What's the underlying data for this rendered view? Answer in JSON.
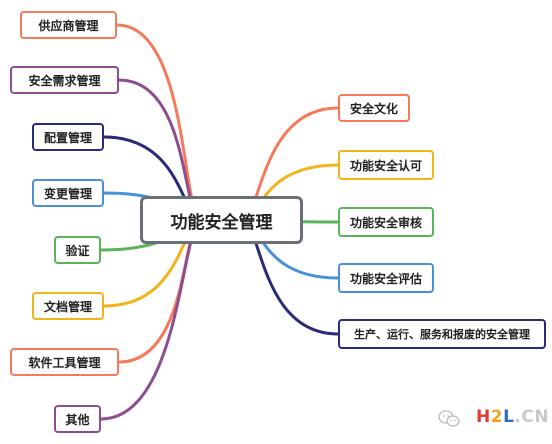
{
  "center": {
    "label": "功能安全管理"
  },
  "left_nodes": [
    {
      "label": "供应商管理",
      "color": "#f47a5a"
    },
    {
      "label": "安全需求管理",
      "color": "#8e4d8f"
    },
    {
      "label": "配置管理",
      "color": "#2b2a7a"
    },
    {
      "label": "变更管理",
      "color": "#4a90d9"
    },
    {
      "label": "验证",
      "color": "#5bb35a"
    },
    {
      "label": "文档管理",
      "color": "#f2b41b"
    },
    {
      "label": "软件工具管理",
      "color": "#f47a5a"
    },
    {
      "label": "其他",
      "color": "#8e4d8f"
    }
  ],
  "right_nodes": [
    {
      "label": "安全文化",
      "color": "#f47a5a"
    },
    {
      "label": "功能安全认可",
      "color": "#f2b41b"
    },
    {
      "label": "功能安全审核",
      "color": "#5bb35a"
    },
    {
      "label": "功能安全评估",
      "color": "#4a90d9"
    },
    {
      "label": "生产、运行、服务和报废的安全管理",
      "color": "#2b2a7a"
    }
  ],
  "watermark": {
    "h": "H",
    "two": "2",
    "l": "L",
    "rest": ".CN"
  }
}
